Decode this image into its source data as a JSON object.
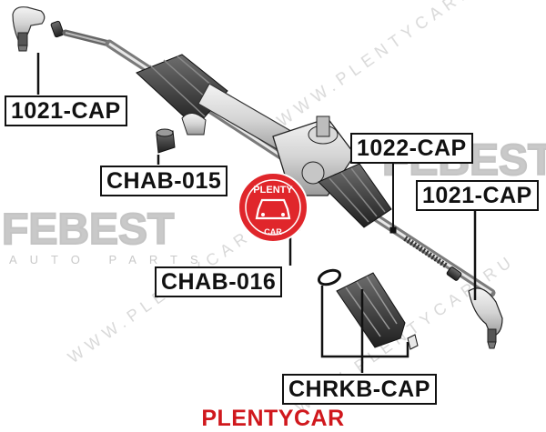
{
  "labels": {
    "tie_rod_end_top": "1021-CAP",
    "bushing_1": "CHAB-015",
    "tie_rod": "1022-CAP",
    "tie_rod_end_right": "1021-CAP",
    "bushing_2": "CHAB-016",
    "boot_kit": "CHRKB-CAP"
  },
  "watermark": {
    "brand": "FEBEST",
    "tagline": "AUTO PARTS",
    "url_text": "WWW.PLENTYCAR.RU"
  },
  "stamp": {
    "top_text": "PLENTY",
    "bottom_text": "CAR"
  },
  "footer": "PLENTYCAR",
  "colors": {
    "label_border": "#111111",
    "footer_red": "#d0181d",
    "watermark_gray": "#c9c9c9",
    "stamp_red": "#e0262b"
  }
}
